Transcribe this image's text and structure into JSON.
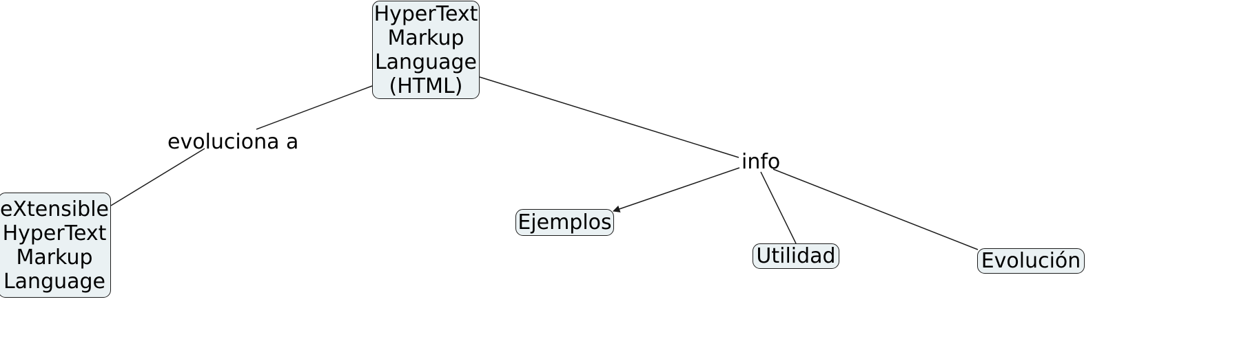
{
  "diagram": {
    "type": "concept-map",
    "language": "es",
    "background_color": "#ffffff",
    "node_fill_color": "#eaf1f3",
    "node_border_color": "#1b1b1b",
    "edge_color": "#1b1b1b",
    "text_color": "#000000",
    "nodes": [
      {
        "id": "html",
        "label": "HyperText\nMarkup\nLanguage\n(HTML)",
        "role": "root"
      },
      {
        "id": "xhtml",
        "label": "eXtensible\nHyperText\nMarkup\nLanguage",
        "role": "concept"
      },
      {
        "id": "ejemplos",
        "label": "Ejemplos",
        "role": "concept"
      },
      {
        "id": "utilidad",
        "label": "Utilidad",
        "role": "concept"
      },
      {
        "id": "evolucion",
        "label": "Evolución",
        "role": "concept"
      }
    ],
    "edge_labels": [
      {
        "id": "evoluciona-a",
        "label": "evoluciona a",
        "from": "html",
        "to": "xhtml"
      },
      {
        "id": "info",
        "label": "info",
        "from": "html",
        "to": "ejemplos, utilidad, evolucion"
      }
    ],
    "edges": [
      {
        "from": "html",
        "to": "evoluciona-a",
        "arrow": false
      },
      {
        "from": "evoluciona-a",
        "to": "xhtml",
        "arrow": false
      },
      {
        "from": "html",
        "to": "info",
        "arrow": false
      },
      {
        "from": "info",
        "to": "ejemplos",
        "arrow": true
      },
      {
        "from": "info",
        "to": "utilidad",
        "arrow": false
      },
      {
        "from": "info",
        "to": "evolucion",
        "arrow": false
      }
    ]
  }
}
